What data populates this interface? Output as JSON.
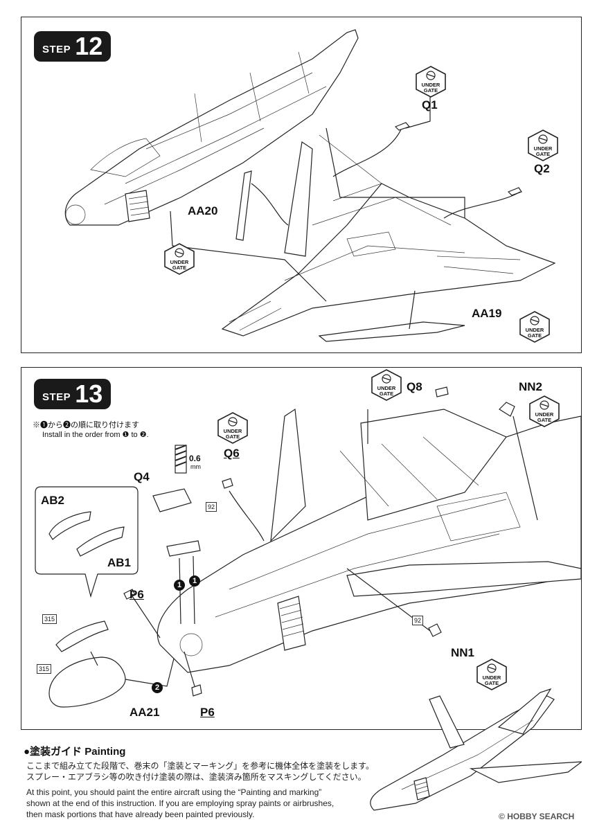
{
  "step12": {
    "word": "STEP",
    "number": "12",
    "labels": {
      "q1": "Q1",
      "q2": "Q2",
      "aa20": "AA20",
      "aa19": "AA19"
    },
    "gate_text": [
      "UNDER",
      "GATE"
    ]
  },
  "step13": {
    "word": "STEP",
    "number": "13",
    "note_jp": "※❶から❷の順に取り付けます",
    "note_en": "Install in the order from ❶ to ❷.",
    "labels": {
      "q8": "Q8",
      "nn2": "NN2",
      "q6": "Q6",
      "q4": "Q4",
      "ab2": "AB2",
      "ab1": "AB1",
      "p6_top": "P6",
      "p6_bottom": "P6",
      "nn1": "NN1",
      "aa21": "AA21"
    },
    "order_marks": {
      "one": "1",
      "two": "2"
    },
    "tags": {
      "t92a": "92",
      "t92b": "92",
      "t315a": "315",
      "t315b": "315"
    },
    "thickness": {
      "value": "0.6",
      "unit": "mm"
    },
    "gate_text": [
      "UNDER",
      "GATE"
    ]
  },
  "painting": {
    "title": "●塗装ガイド Painting",
    "jp_line1": "ここまで組み立てた段階で、巻末の「塗装とマーキング」を参考に機体全体を塗装をします。",
    "jp_line2": "スプレー・エアブラシ等の吹き付け塗装の際は、塗装済み箇所をマスキングしてください。",
    "en_line1": "At this point, you should paint the entire aircraft using the “Painting and marking”",
    "en_line2": "shown at the end of this instruction. If you are employing spray paints or airbrushes,",
    "en_line3": "then mask portions that have already been painted previously."
  },
  "watermark": "HOBBY SEARCH",
  "watermark_prefix": "©"
}
